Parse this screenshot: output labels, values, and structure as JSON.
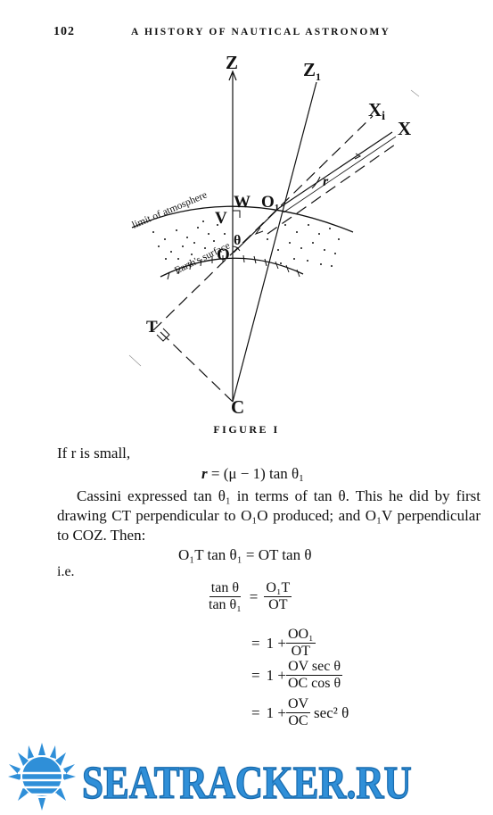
{
  "header": {
    "page_number": "102",
    "running_head": "A HISTORY OF NAUTICAL ASTRONOMY"
  },
  "figure": {
    "labels": {
      "Z": "Z",
      "Z1": "Z",
      "Z1_sub": "1",
      "Xi": "X",
      "Xi_sub": "i",
      "X": "X",
      "r": "r",
      "W": "W",
      "V": "V",
      "O1": "O",
      "O1_sub": "1",
      "theta": "θ",
      "O": "O",
      "T": "T",
      "C": "C",
      "limit": "limit of atmosphere",
      "earth": "Earth's surface"
    },
    "caption": "FIGURE I"
  },
  "text": {
    "if_small": "If r is small,",
    "eq1_lhs": "r",
    "eq1_rhs": "= (μ − 1) tan θ",
    "eq1_sub": "1",
    "para": "Cassini expressed tan θ₁ in terms of tan θ. This he did by first drawing CT perpendicular to O₁O produced; and O₁V perpendicular to COZ. Then:",
    "eq2": "O₁T tan θ₁ = OT tan θ",
    "ie": "i.e.",
    "f1_num": "tan θ",
    "f1_den": "tan θ₁",
    "f1_rnum": "O₁T",
    "f1_rden": "OT",
    "eq": "=",
    "one_plus": "1 +",
    "f2_num": "OO₁",
    "f2_den": "OT",
    "f3_num": "OV sec θ",
    "f3_den": "OC cos θ",
    "f4_num": "OV",
    "f4_den": "OC",
    "f4_tail": "sec² θ"
  },
  "watermark": {
    "text": "SEATRACKER.RU",
    "color": "#2f8fd8"
  }
}
